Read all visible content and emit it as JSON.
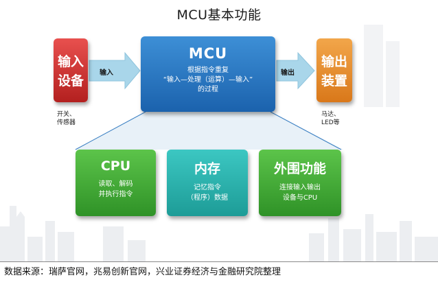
{
  "title": "MCU基本功能",
  "input": {
    "line1": "输入",
    "line2": "设备",
    "arrow": "输入",
    "note1": "开关、",
    "note2": "传感器"
  },
  "output": {
    "line1": "输出",
    "line2": "装置",
    "arrow": "输出",
    "note1": "马达、",
    "note2": "LED等"
  },
  "mcu": {
    "label": "MCU",
    "desc1": "根据指令重复",
    "desc2": "“输入—处理（运算）—输入”",
    "desc3": "的过程"
  },
  "cpu": {
    "label": "CPU",
    "desc1": "读取、解码",
    "desc2": "并执行指令"
  },
  "memory": {
    "label": "内存",
    "desc1": "记忆指令",
    "desc2": "（程序）数据"
  },
  "peripheral": {
    "label": "外围功能",
    "desc1": "连接输入输出",
    "desc2": "设备与CPU"
  },
  "source": "数据来源：瑞萨官网，兆易创新官网，兴业证券经济与金融研究院整理",
  "colors": {
    "input": "#c62b2a",
    "output": "#e88a2a",
    "mcu": "#2a75c0",
    "cpu": "#43ad37",
    "memory": "#27b3ae",
    "peripheral": "#43ad37",
    "arrow": "#a9d6ea"
  }
}
